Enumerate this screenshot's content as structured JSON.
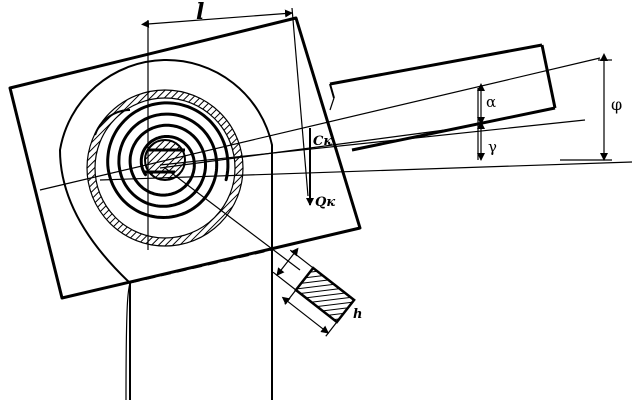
{
  "labels": {
    "length": "l",
    "alpha": "α",
    "phi": "φ",
    "gamma": "γ",
    "contact_point": "Cк",
    "force": "Qк",
    "thickness": "h"
  }
}
